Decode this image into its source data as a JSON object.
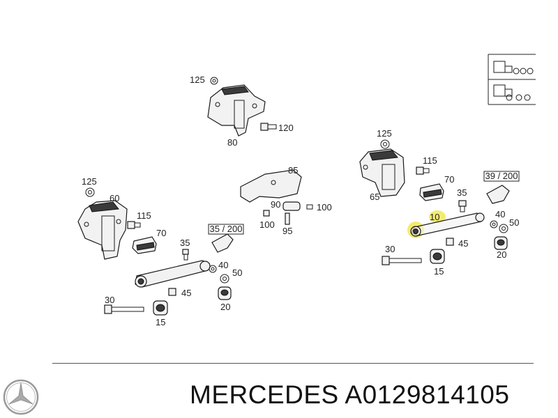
{
  "caption": "MERCEDES A0129814105",
  "labels": {
    "l125a": "125",
    "l120": "120",
    "l80": "80",
    "l125b": "125",
    "l60": "60",
    "l115a": "115",
    "l70a": "70",
    "l35a": "35",
    "l40a": "40",
    "l50a": "50",
    "l45a": "45",
    "l30a": "30",
    "l20a": "20",
    "l15a": "15",
    "l85": "85",
    "l90": "90",
    "l100a": "100",
    "l100b": "100",
    "l95": "95",
    "l125c": "125",
    "l115b": "115",
    "l70b": "70",
    "l65": "65",
    "l35b": "35",
    "l10": "10",
    "l40b": "40",
    "l50b": "50",
    "l45b": "45",
    "l30b": "30",
    "l20b": "20",
    "l15b": "15",
    "ref1": "35 / 200",
    "ref2": "39 / 200"
  },
  "colors": {
    "highlight": "#f2e85a"
  },
  "icons": [
    "mercedes-star-icon",
    "truck-trailer-icon",
    "truck-icon"
  ]
}
